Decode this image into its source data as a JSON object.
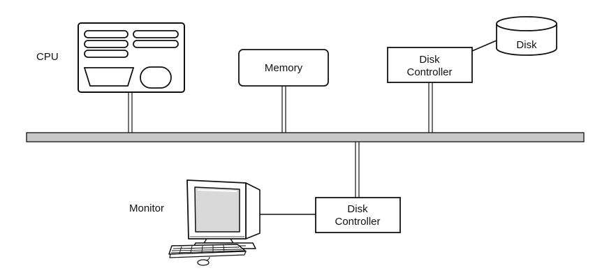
{
  "labels": {
    "cpu": "CPU",
    "memory": "Memory",
    "disk": "Disk",
    "disk_controller_top_line1": "Disk",
    "disk_controller_top_line2": "Controller",
    "disk_controller_bottom_line1": "Disk",
    "disk_controller_bottom_line2": "Controller",
    "monitor": "Monitor"
  },
  "colors": {
    "bus_fill": "#c8c8c8",
    "stroke": "#111111",
    "screen": "#d9d9d9"
  }
}
